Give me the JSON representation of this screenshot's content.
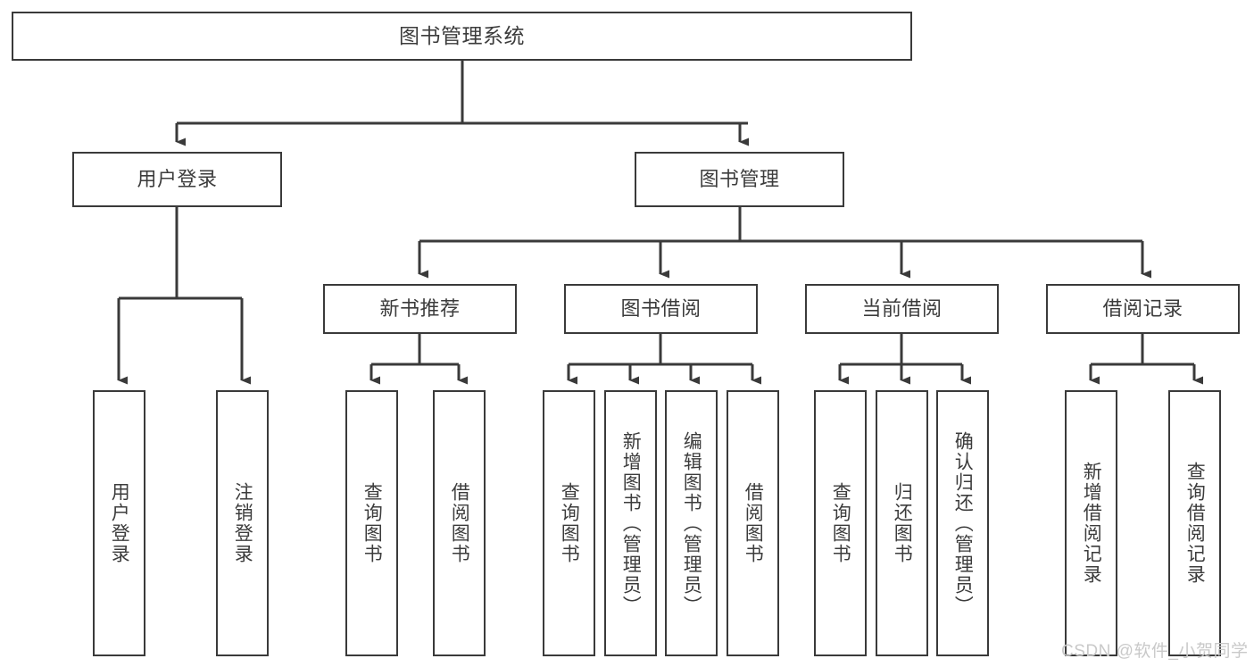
{
  "diagram": {
    "title": "图书管理系统",
    "watermark": "CSDN @软件_小贺同学",
    "colors": {
      "box_border": "#3a3a3a",
      "text": "#3c3c3c",
      "edge": "#3a3a3a",
      "background": "#ffffff",
      "watermark": "#c9c9c9"
    },
    "levels": {
      "root": {
        "label": "图书管理系统"
      },
      "level2": [
        {
          "label": "用户登录"
        },
        {
          "label": "图书管理"
        }
      ],
      "level3": [
        {
          "label": "新书推荐"
        },
        {
          "label": "图书借阅"
        },
        {
          "label": "当前借阅"
        },
        {
          "label": "借阅记录"
        }
      ],
      "leaves": [
        {
          "label": "用户登录"
        },
        {
          "label": "注销登录"
        },
        {
          "label": "查询图书"
        },
        {
          "label": "借阅图书"
        },
        {
          "label": "查询图书"
        },
        {
          "label": "新增图书（管理员）"
        },
        {
          "label": "编辑图书（管理员）"
        },
        {
          "label": "借阅图书"
        },
        {
          "label": "查询图书"
        },
        {
          "label": "归还图书"
        },
        {
          "label": "确认归还（管理员）"
        },
        {
          "label": "新增借阅记录"
        },
        {
          "label": "查询借阅记录"
        }
      ]
    }
  }
}
